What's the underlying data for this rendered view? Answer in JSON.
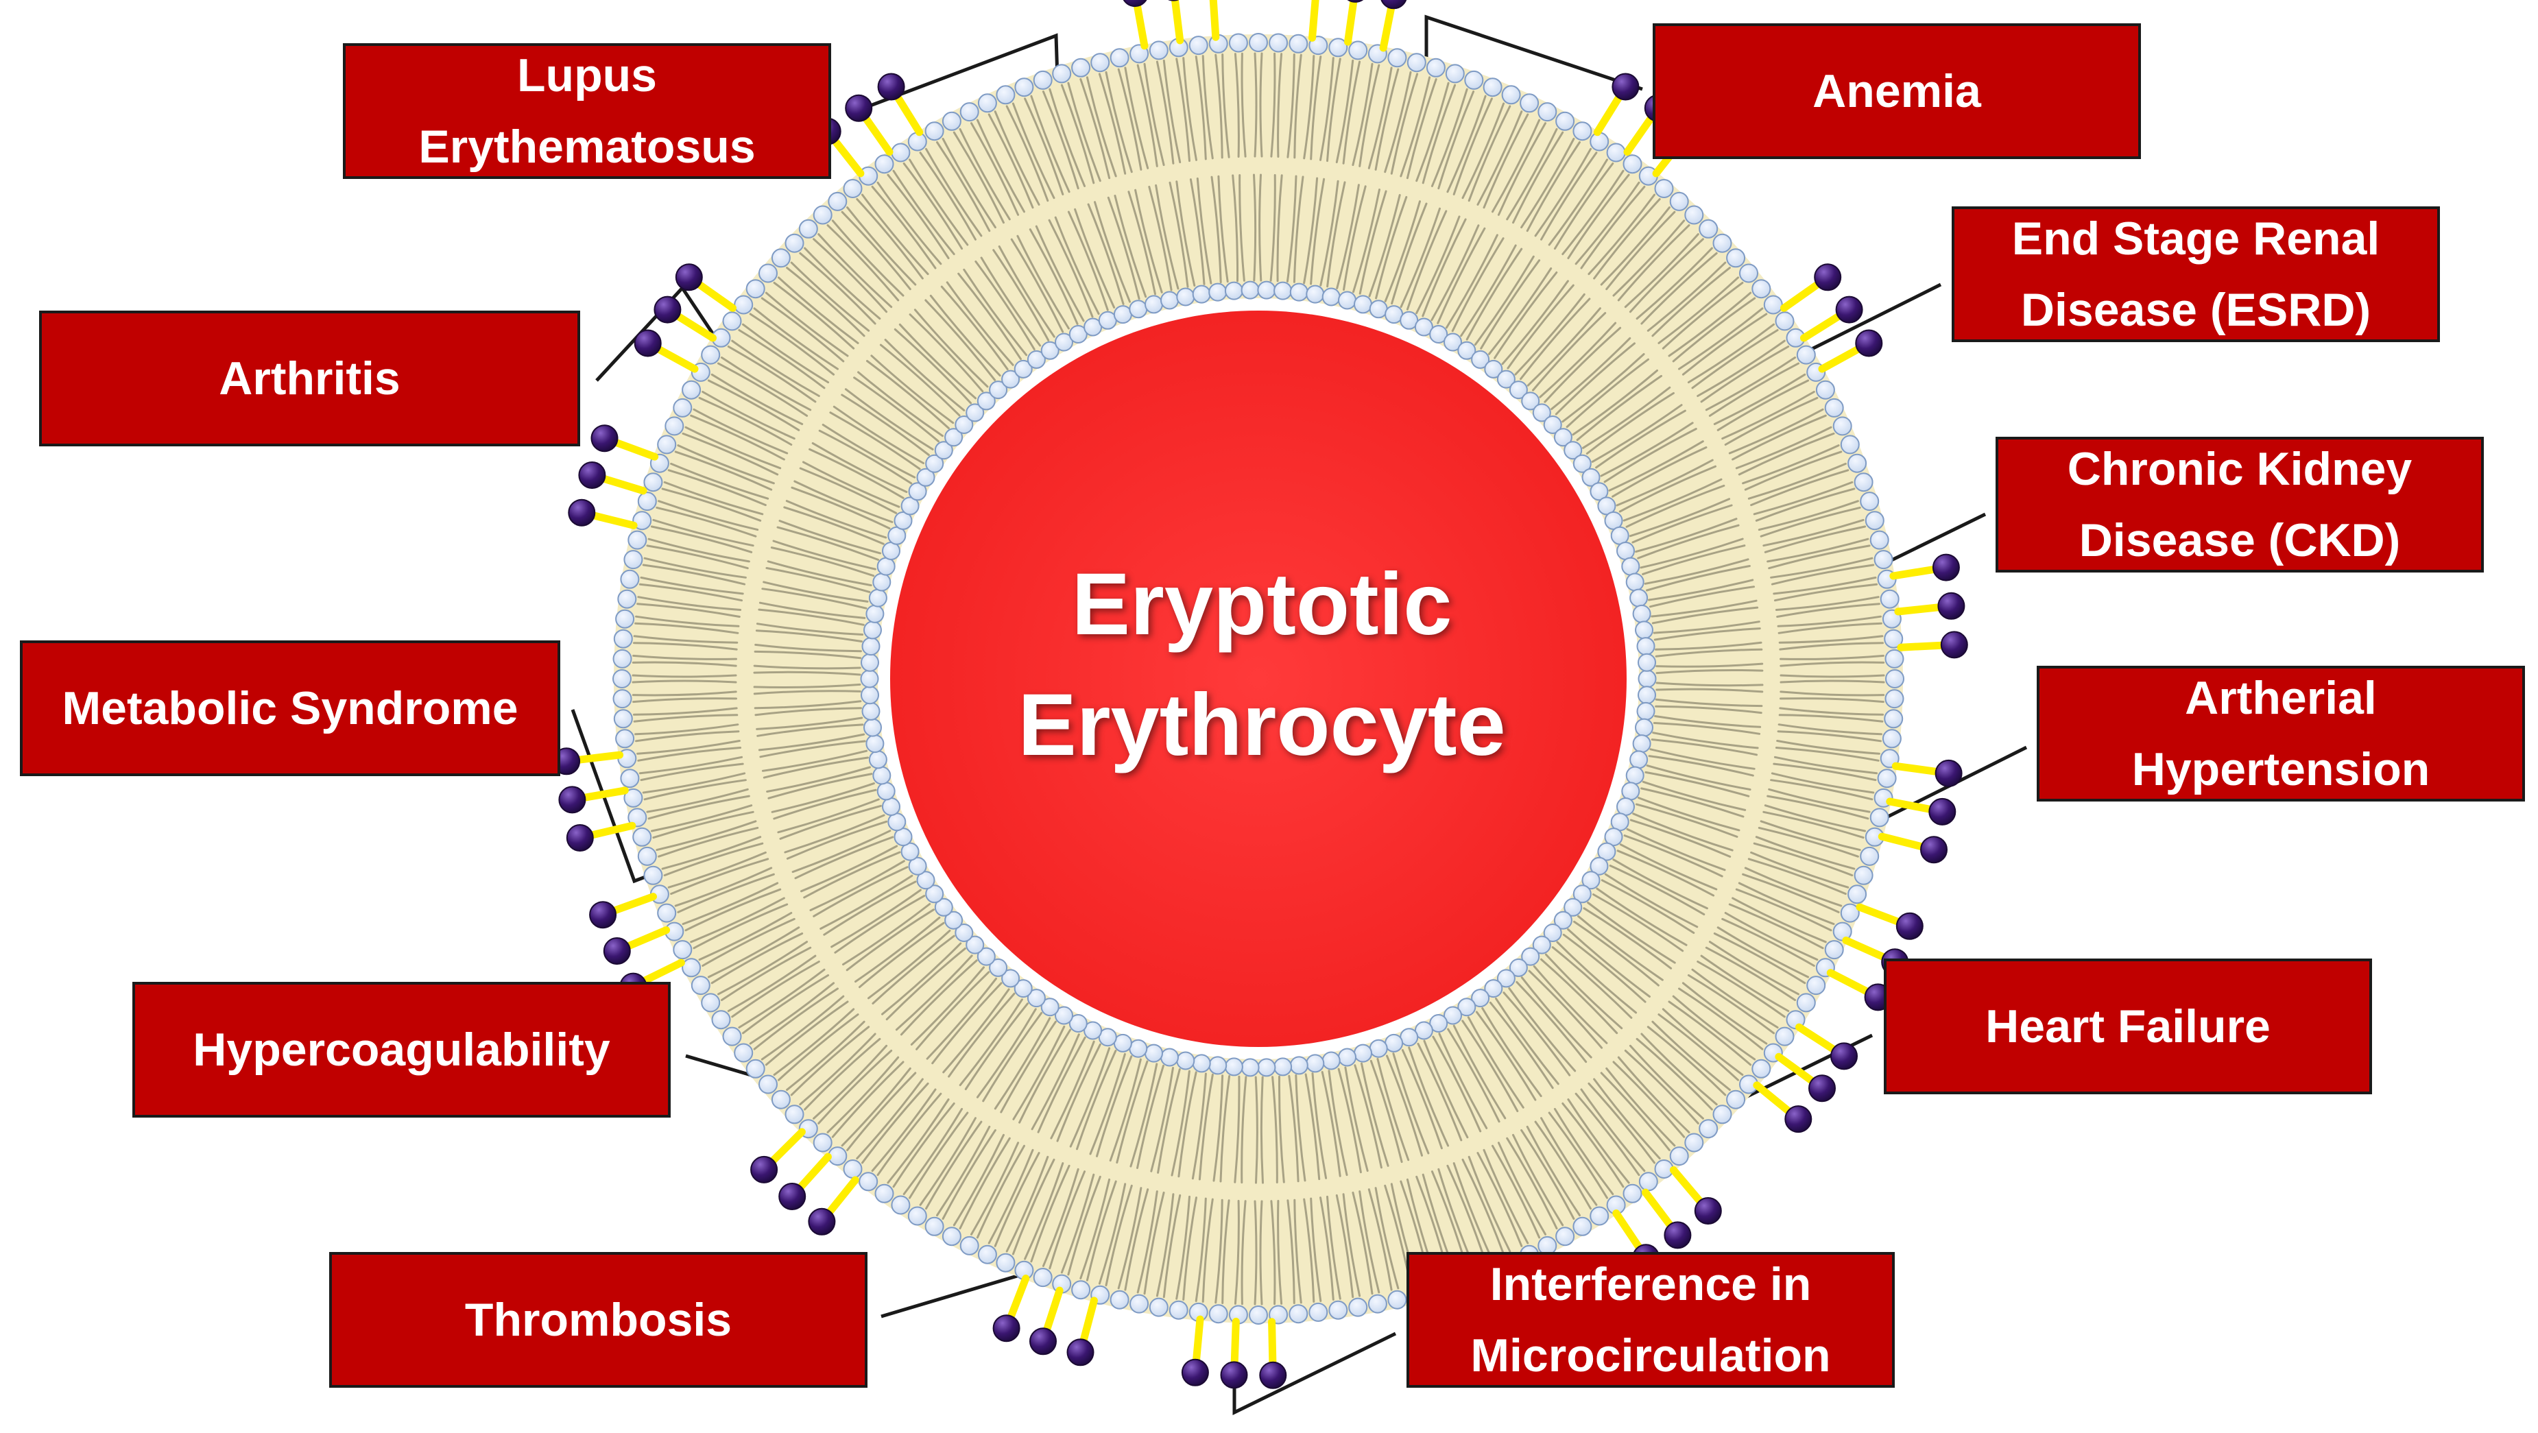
{
  "center_label": {
    "line1": "Eryptotic",
    "line2": "Erythrocyte"
  },
  "labels": {
    "lupus": {
      "line1": "Lupus",
      "line2": "Erythematosus"
    },
    "anemia": {
      "line1": "Anemia"
    },
    "esrd": {
      "line1": "End Stage Renal",
      "line2": "Disease (ESRD)"
    },
    "arthritis": {
      "line1": "Arthritis"
    },
    "ckd": {
      "line1": "Chronic Kidney",
      "line2": "Disease (CKD)"
    },
    "metabolic": {
      "line1": "Metabolic Syndrome"
    },
    "hypertension": {
      "line1": "Artherial",
      "line2": "Hypertension"
    },
    "heart_failure": {
      "line1": "Heart Failure"
    },
    "hypercoagulability": {
      "line1": "Hypercoagulability"
    },
    "thrombosis": {
      "line1": "Thrombosis"
    },
    "microcirculation": {
      "line1": "Interference in",
      "line2": "Microcirculation"
    }
  },
  "colors": {
    "label_fill": "#c00000",
    "label_border": "#1a1a1a",
    "cell_interior": "#ff2b2b",
    "membrane_fill": "#f3ebc4",
    "lipid_head": "#c9d9f0",
    "lipid_head_stroke": "#7f9bc4",
    "tail_stroke": "#8f8a70",
    "stalk": "#ffee00",
    "sugar": "#3a1670",
    "connector": "#1a1a1a"
  }
}
